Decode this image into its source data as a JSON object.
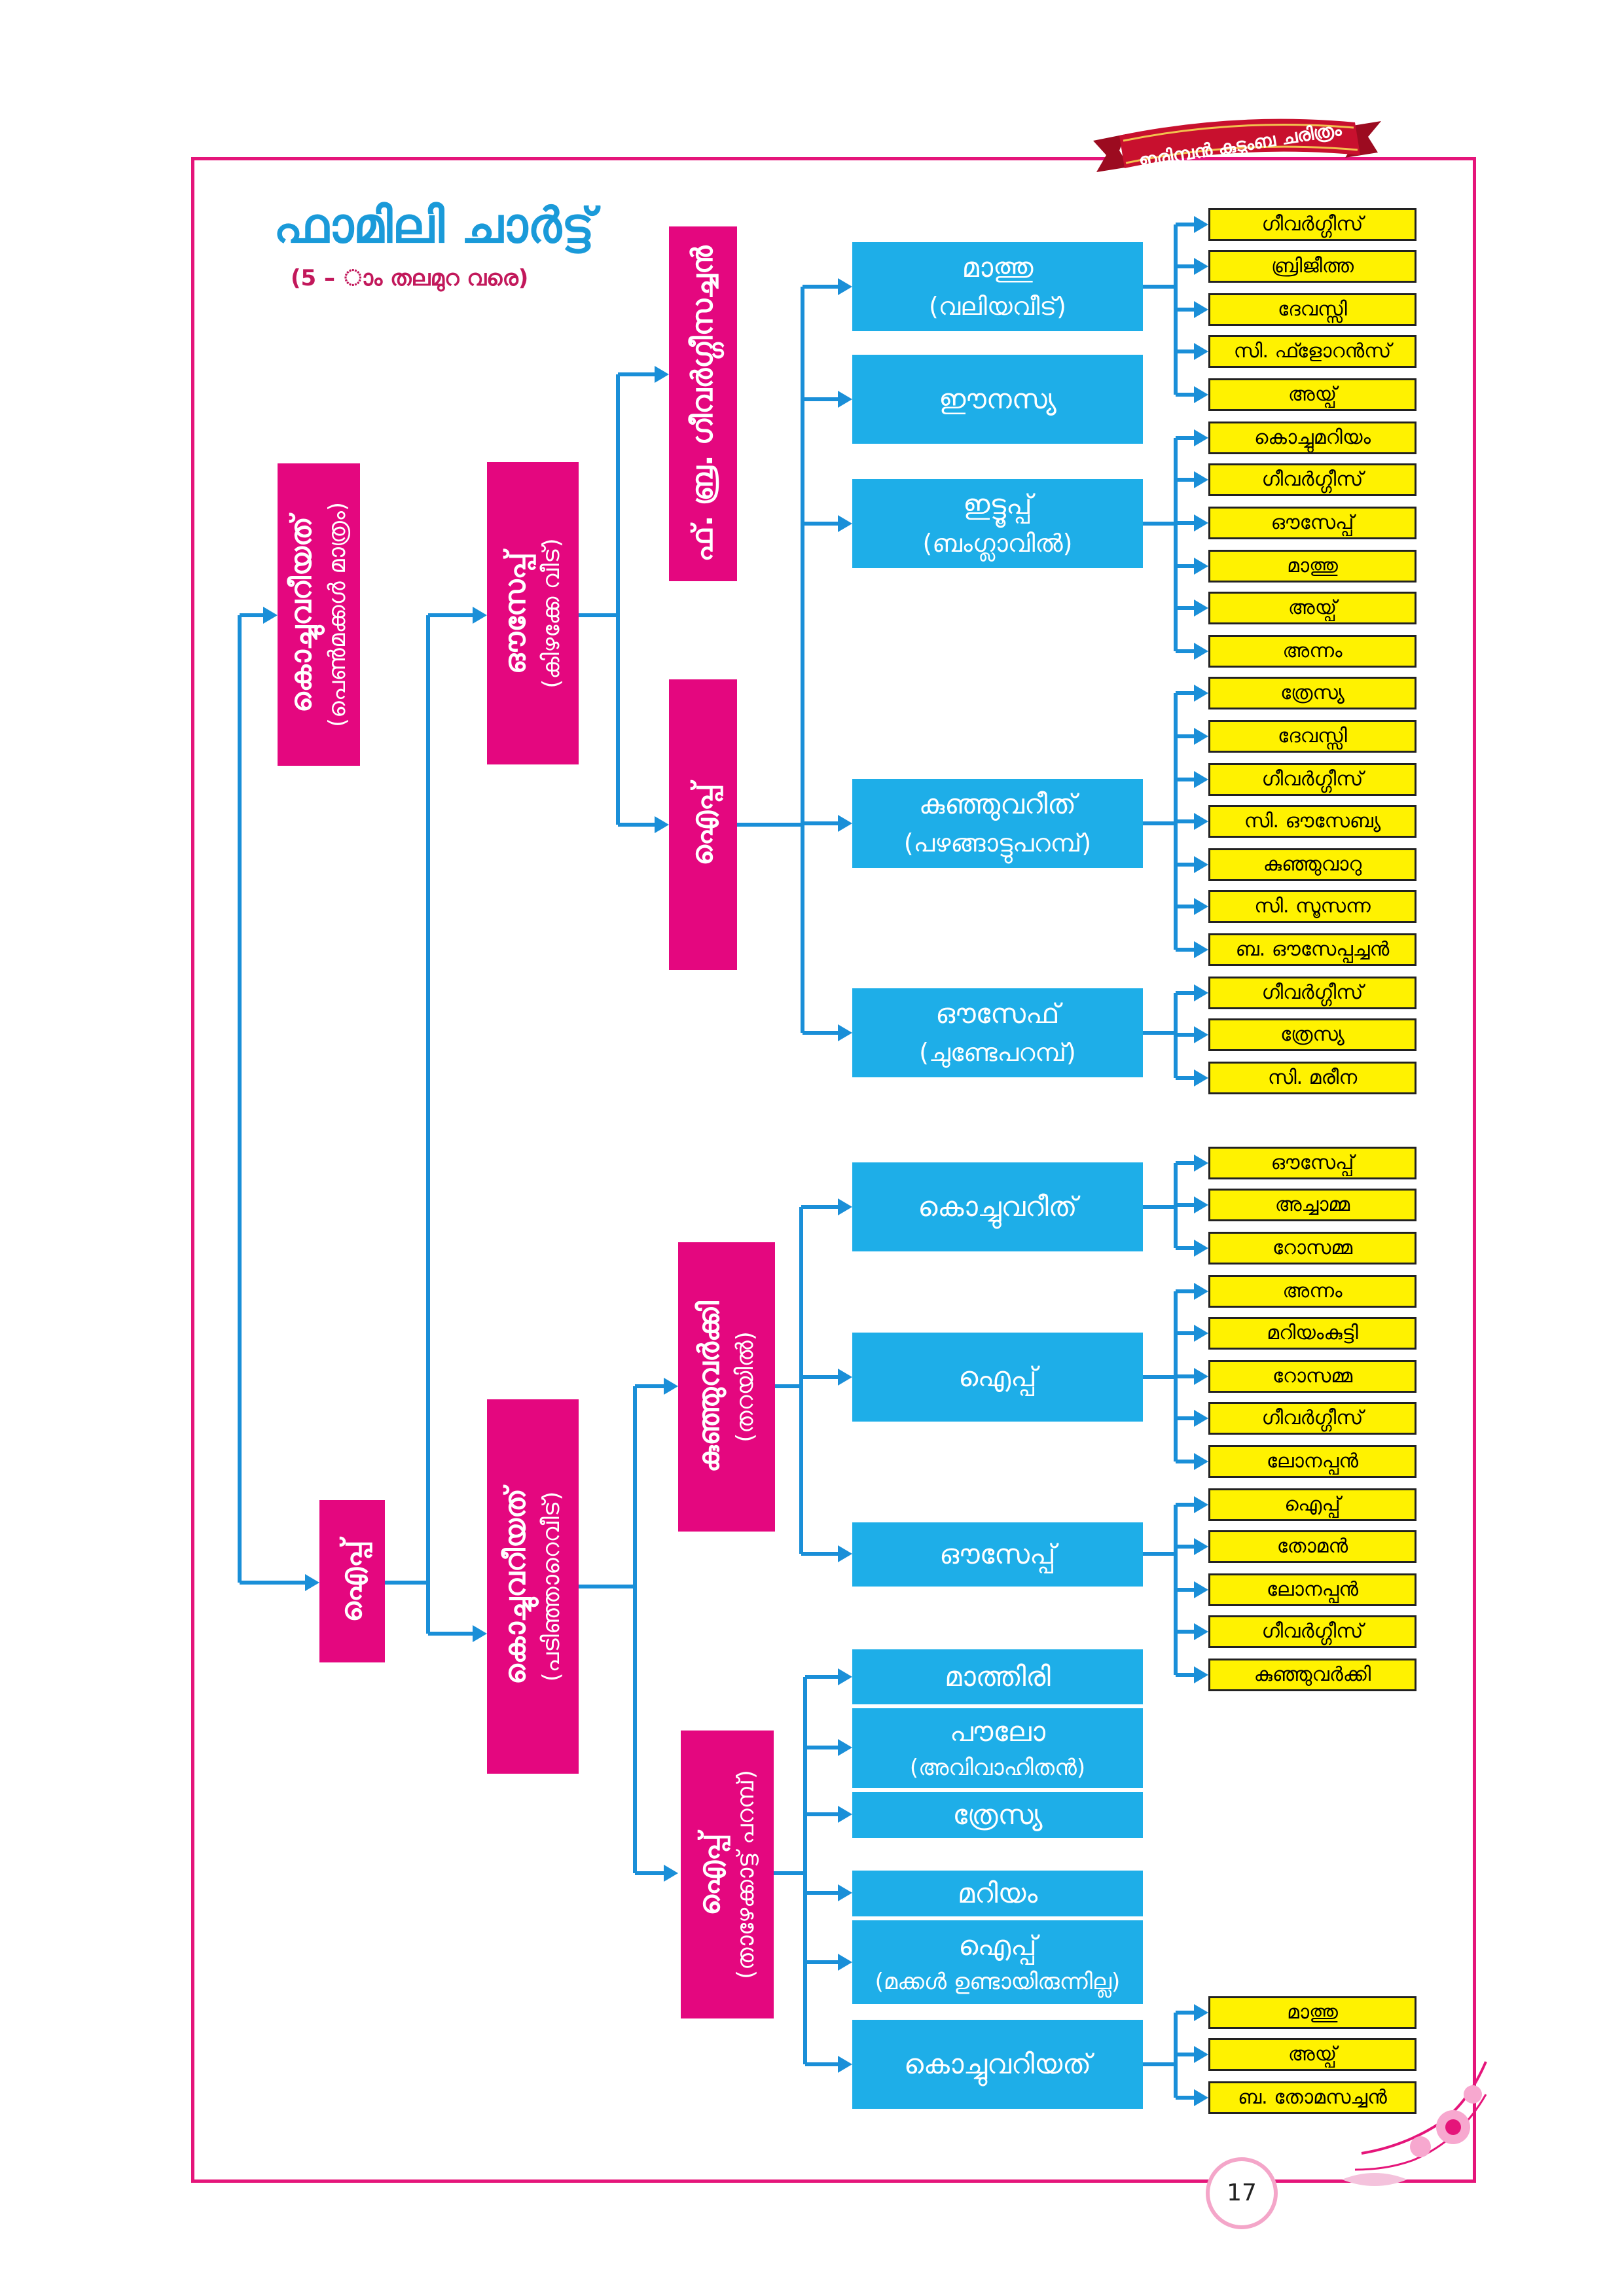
{
  "header": {
    "ribbon_text": "ഇരിമ്പൻ കുടുംബ ചരിത്രം",
    "title": "ഫാമിലി ചാർട്ട്",
    "subtitle": "(5 – ാം തലമുറ വരെ)"
  },
  "page_number": "17",
  "generation1": [
    {
      "name": "കൊച്ചുവറീയത്",
      "note": "(പെൺമക്കൾ മാത്രം)"
    },
    {
      "name": "ഐപ്പ്",
      "note": ""
    }
  ],
  "generation2": [
    {
      "name": "ഔസേപ്പ്",
      "note": "(കിഴക്കേ വീട്)"
    },
    {
      "name": "കൊച്ചുവറീയത്",
      "note": "(പടിഞ്ഞാറെവീട്)"
    }
  ],
  "generation3": [
    {
      "name": "ഫ്. ബ്ര. ഗീവർഗ്ഗീസച്ചൻ",
      "note": ""
    },
    {
      "name": "ഐപ്പ്",
      "note": ""
    },
    {
      "name": "കുഞ്ഞുവർക്കി",
      "note": "(തറയിൽ)"
    },
    {
      "name": "ഐപ്പ്",
      "note": "(താഴേക്കാട്ട് പറമ്പ്)"
    }
  ],
  "generation4": [
    {
      "name": "മാത്തു",
      "note": "(വലിയവീട്)"
    },
    {
      "name": "ഈനസ്യ",
      "note": ""
    },
    {
      "name": "ഇട്ടൂപ്പ്",
      "note": "(ബംഗ്ലാവിൽ)"
    },
    {
      "name": "കുഞ്ഞുവറീത്",
      "note": "(പഴങ്ങാട്ടുപറമ്പ്)"
    },
    {
      "name": "ഔസേഫ്",
      "note": "(ചുണ്ടേപറമ്പ്)"
    },
    {
      "name": "കൊച്ചുവറീത്",
      "note": ""
    },
    {
      "name": "ഐപ്പ്",
      "note": ""
    },
    {
      "name": "ഔസേപ്പ്",
      "note": ""
    },
    {
      "name": "മാത്തിരി",
      "note": ""
    },
    {
      "name": "പൗലോ",
      "note": "(അവിവാഹിതൻ)"
    },
    {
      "name": "ത്രേസ്യ",
      "note": ""
    },
    {
      "name": "മറിയം",
      "note": ""
    },
    {
      "name": "ഐപ്പ്",
      "note": "(മക്കൾ ഉണ്ടായിരുന്നില്ല)"
    },
    {
      "name": "കൊച്ചുവറിയത്",
      "note": ""
    }
  ],
  "generation5": [
    "ഗീവർഗ്ഗീസ്",
    "ബ്രിജീത്ത",
    "ദേവസ്സി",
    "സി. ഫ്ളോറൻസ്",
    "അയ്പ്",
    "കൊച്ചുമറിയം",
    "ഗീവർഗ്ഗീസ്",
    "ഔസേപ്പ്",
    "മാത്തു",
    "അയ്പ്",
    "അന്നം",
    "ത്രേസ്യ",
    "ദേവസ്സി",
    "ഗീവർഗ്ഗീസ്",
    "സി. ഔസേബ്യ",
    "കുഞ്ഞുവാറു",
    "സി. സൂസന്ന",
    "ബ. ഔസേപ്പച്ചൻ",
    "ഗീവർഗ്ഗീസ്",
    "ത്രേസ്യ",
    "സി. മരീന",
    "ഔസേപ്പ്",
    "അച്ചാമ്മ",
    "റോസമ്മ",
    "അന്നം",
    "മറിയംകുട്ടി",
    "റോസമ്മ",
    "ഗീവർഗ്ഗീസ്",
    "ലോനപ്പൻ",
    "ഐപ്പ്",
    "തോമൻ",
    "ലോനപ്പൻ",
    "ഗീവർഗ്ഗീസ്",
    "കുഞ്ഞുവർക്കി",
    "മാത്തു",
    "അയ്പ്",
    "ബ. തോമസച്ചൻ"
  ],
  "colors": {
    "frame": "#e5157a",
    "pink_box": "#e4077f",
    "blue_box": "#1eaee8",
    "yellow_box": "#fff200",
    "connector": "#1a8fd8",
    "title": "#1a9ad9",
    "ribbon": "#c8102e"
  }
}
